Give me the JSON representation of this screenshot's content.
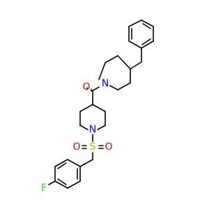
{
  "molecule": {
    "atoms": [
      {
        "id": "O_carbonyl",
        "text": "O",
        "color": "#FF0000"
      },
      {
        "id": "N_pip1",
        "text": "N",
        "color": "#0000FF"
      },
      {
        "id": "N_pip2",
        "text": "N",
        "color": "#0000FF"
      },
      {
        "id": "S",
        "text": "S",
        "color": "#B8B800"
      },
      {
        "id": "O_s1",
        "text": "O",
        "color": "#FF0000"
      },
      {
        "id": "O_s2",
        "text": "O",
        "color": "#FF0000"
      },
      {
        "id": "F",
        "text": "F",
        "color": "#33CC33"
      }
    ]
  }
}
